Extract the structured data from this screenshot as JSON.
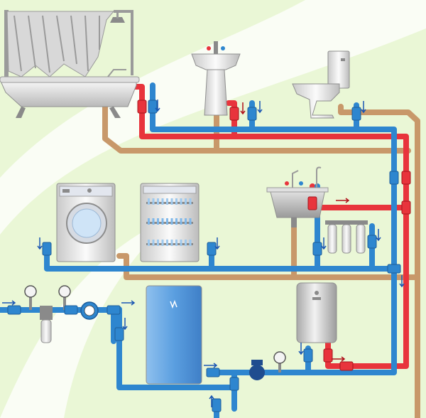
{
  "colors": {
    "background": "#eaf7d6",
    "background_swirl": "#ffffff",
    "cold_water": "#2e86cf",
    "hot_water": "#e8343c",
    "drain": "#c8986a",
    "fixture_white": "#ececec",
    "fixture_shadow": "#bdbdbd",
    "tank_blue": "#4e91d8",
    "heater_grey": "#c9c9c9",
    "pump_navy": "#1f4c8f",
    "arrow": "#1a56b3"
  },
  "fixtures": {
    "bathtub": "bathtub-with-curtain-and-shower",
    "sink": "pedestal-sink",
    "toilet": "toilet",
    "washing_machine": "washing-machine",
    "dishwasher": "dishwasher",
    "kitchen_sink": "kitchen-sink",
    "filter_bank": "three-stage-water-filter",
    "storage_tank": "pressure-tank",
    "water_heater": "electric-water-heater",
    "pump": "circulation-pump",
    "meter": "water-meter",
    "gauges": "pressure-gauge"
  }
}
